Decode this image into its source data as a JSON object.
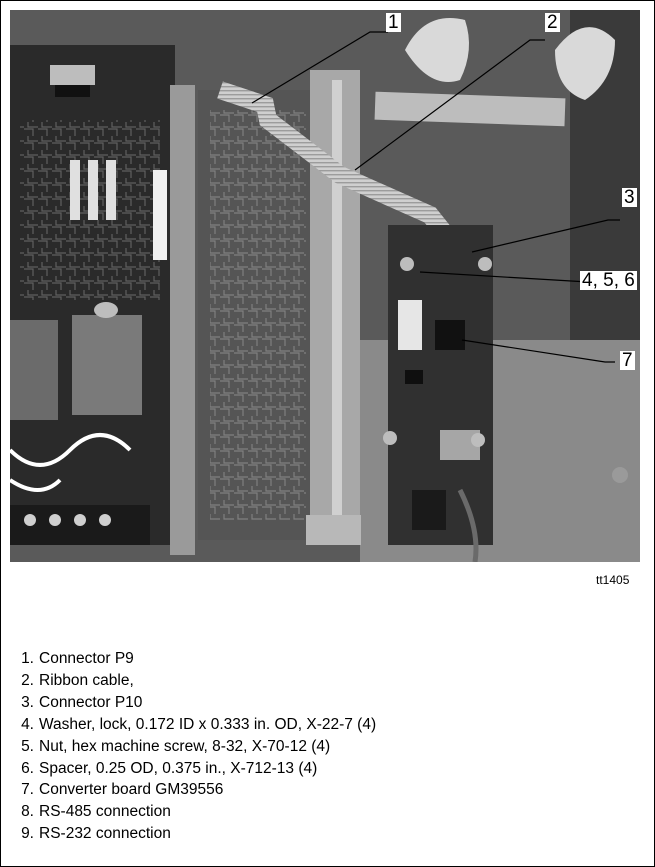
{
  "figure": {
    "id": "tt1405",
    "photo_description": "",
    "callouts": [
      "1",
      "2",
      "3",
      "4, 5, 6",
      "7"
    ]
  },
  "legend": [
    {
      "num": "1.",
      "text": "Connector P9"
    },
    {
      "num": "2.",
      "text": "Ribbon cable,"
    },
    {
      "num": "3.",
      "text": "Connector P10"
    },
    {
      "num": "4.",
      "text": "Washer, lock, 0.172 ID x 0.333 in. OD, X-22-7 (4)"
    },
    {
      "num": "5.",
      "text": "Nut, hex machine screw, 8-32, X-70-12 (4)"
    },
    {
      "num": "6.",
      "text": "Spacer, 0.25 OD, 0.375 in., X-712-13 (4)"
    },
    {
      "num": "7.",
      "text": "Converter board GM39556"
    },
    {
      "num": "8.",
      "text": "RS-485 connection"
    },
    {
      "num": "9.",
      "text": "RS-232 connection"
    }
  ]
}
